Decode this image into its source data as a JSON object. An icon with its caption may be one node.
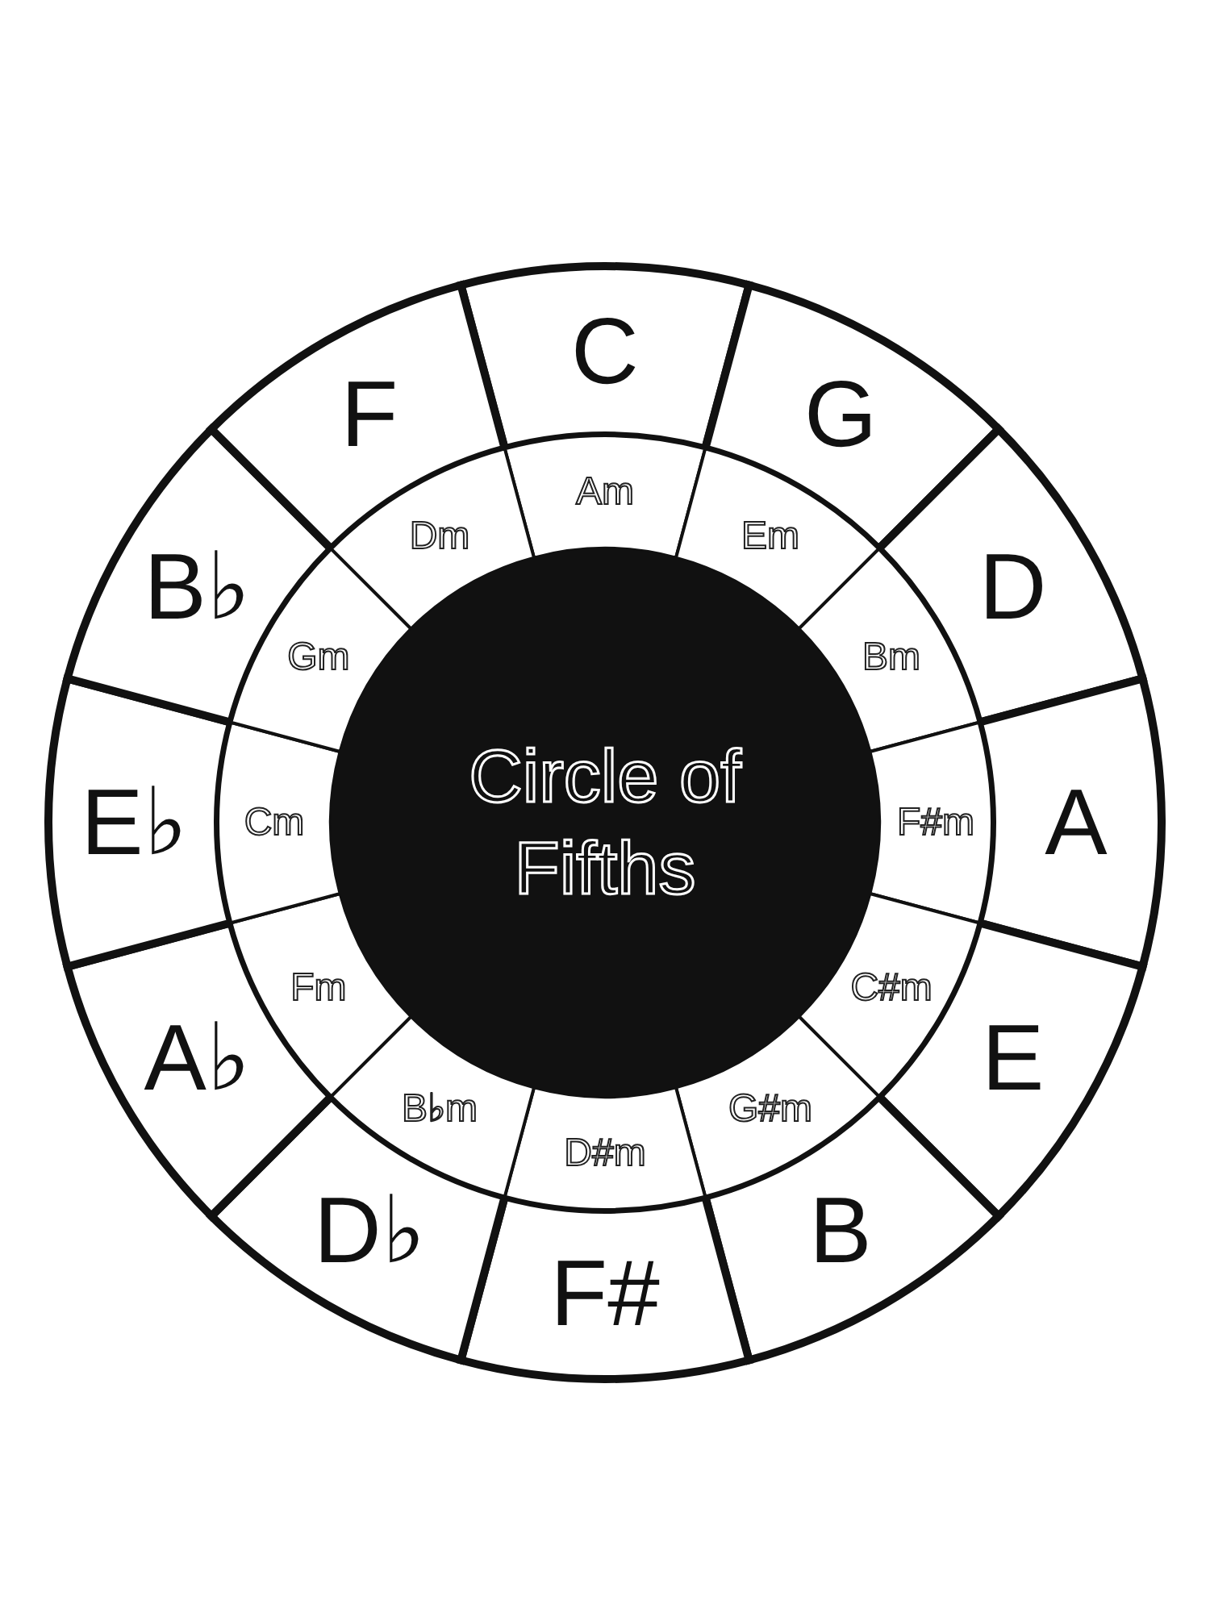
{
  "diagram": {
    "nodes": [
      {
        "text": [
          "Circle of Fifths"
        ]
      },
      {
        "text": [
          "C"
        ]
      },
      {
        "text": [
          "G"
        ]
      },
      {
        "text": [
          "D"
        ]
      },
      {
        "text": [
          "A"
        ]
      },
      {
        "text": [
          "E"
        ]
      },
      {
        "text": [
          "B"
        ]
      },
      {
        "text": [
          "F#"
        ]
      },
      {
        "text": [
          "D♭"
        ]
      },
      {
        "text": [
          "A♭"
        ]
      },
      {
        "text": [
          "E♭"
        ]
      },
      {
        "text": [
          "B♭"
        ]
      },
      {
        "text": [
          "F"
        ]
      },
      {
        "text": [
          "Am"
        ]
      },
      {
        "text": [
          "Em"
        ]
      },
      {
        "text": [
          "Bm"
        ]
      },
      {
        "text": [
          "F#m"
        ]
      },
      {
        "text": [
          "C#m"
        ]
      },
      {
        "text": [
          "G#m"
        ]
      },
      {
        "text": [
          "D#m"
        ]
      },
      {
        "text": [
          "B♭m"
        ]
      },
      {
        "text": [
          "Fm"
        ]
      },
      {
        "text": [
          "Cm"
        ]
      },
      {
        "text": [
          "Gm"
        ]
      },
      {
        "text": [
          "Dm"
        ]
      }
    ],
    "edges": []
  }
}
